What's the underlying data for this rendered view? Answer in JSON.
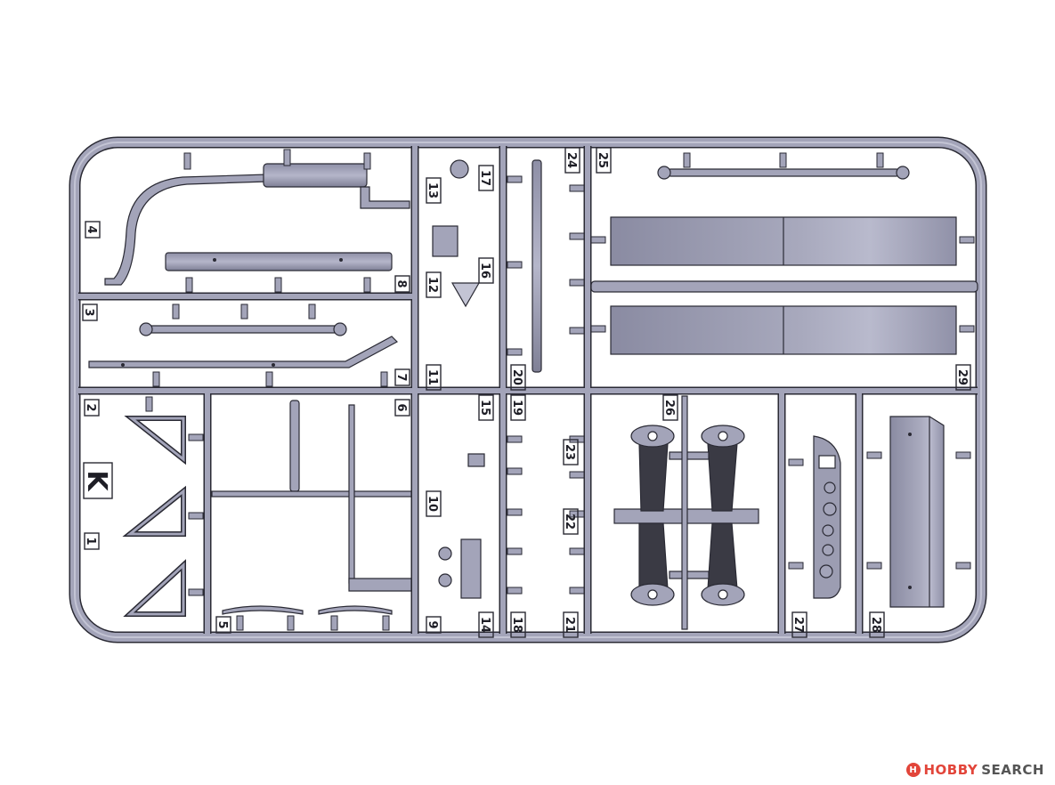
{
  "sprue": {
    "letter": "K",
    "part_numbers": [
      "1",
      "2",
      "3",
      "4",
      "5",
      "6",
      "7",
      "8",
      "9",
      "10",
      "11",
      "12",
      "13",
      "14",
      "15",
      "16",
      "17",
      "18",
      "19",
      "20",
      "21",
      "22",
      "23",
      "24",
      "25",
      "26",
      "27",
      "28",
      "29"
    ],
    "colors": {
      "plastic": "#a3a4b9",
      "shade": "#7f8096",
      "outline": "#2a2a34",
      "text": "#1e1e26"
    }
  },
  "watermark": {
    "logo": "H",
    "brand": "HOBBY",
    "suffix": "SEARCH",
    "color": "#e2453a"
  }
}
